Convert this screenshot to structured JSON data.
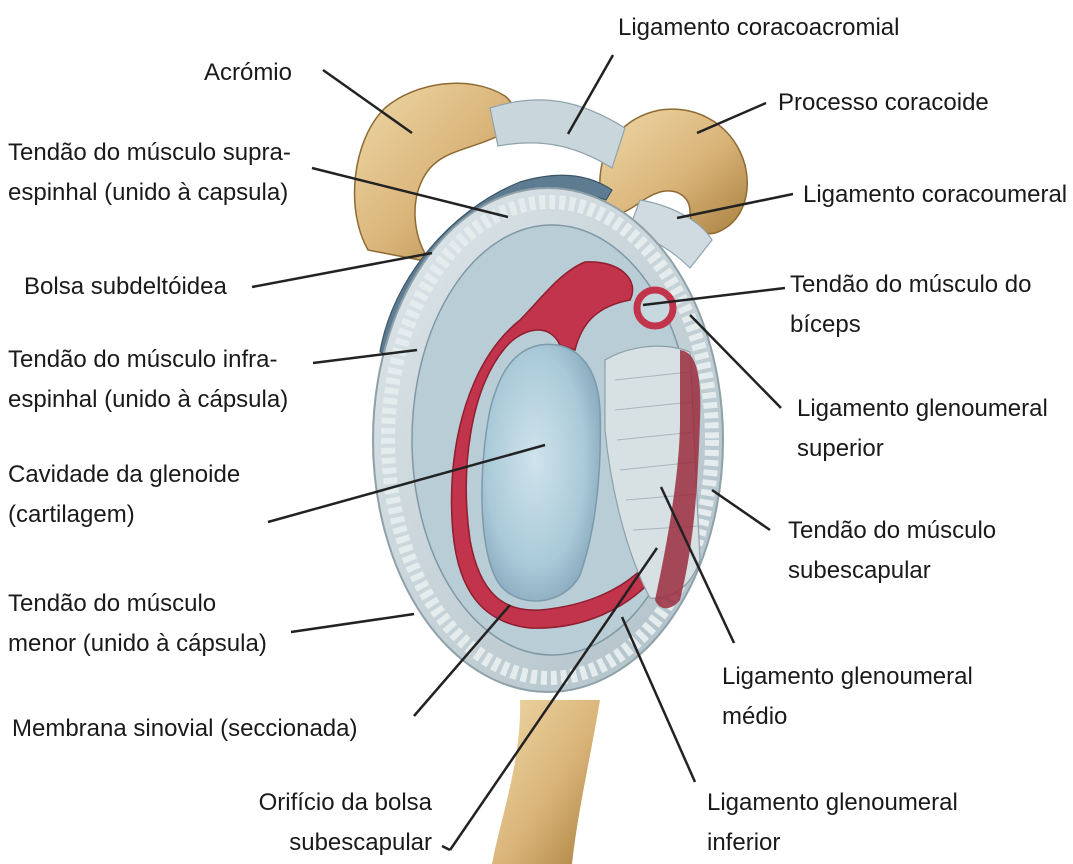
{
  "labels": {
    "acromio": [
      "Acrómio"
    ],
    "lig_coracoacromial": [
      "Ligamento coracoacromial"
    ],
    "processo_coracoide": [
      "Processo coracoide"
    ],
    "tendao_supraespinhal": [
      "Tendão do músculo supra-",
      "espinhal (unido à capsula)"
    ],
    "lig_coracoumeral": [
      "Ligamento coracoumeral"
    ],
    "bolsa_subdeltoidea": [
      "Bolsa subdeltóidea"
    ],
    "tendao_biceps": [
      "Tendão do músculo do",
      "bíceps"
    ],
    "tendao_infraespinhal": [
      "Tendão do músculo infra-",
      "espinhal (unido à cápsula)"
    ],
    "lig_glenoumeral_superior": [
      "Ligamento glenoumeral",
      "superior"
    ],
    "cavidade_glenoide": [
      "Cavidade da glenoide",
      "(cartilagem)"
    ],
    "tendao_subescapular": [
      "Tendão do músculo",
      "subescapular"
    ],
    "tendao_redondo_menor": [
      "Tendão do músculo",
      "menor (unido à cápsula)"
    ],
    "lig_glenoumeral_medio": [
      "Ligamento glenoumeral",
      "médio"
    ],
    "membrana_sinovial": [
      "Membrana sinovial (seccionada)"
    ],
    "orificio_bolsa": [
      "Orifício da bolsa",
      "subescapular"
    ],
    "lig_glenoumeral_inferior": [
      "Ligamento glenoumeral",
      "inferior"
    ]
  },
  "colors": {
    "bone": "#d9b479",
    "bone_shadow": "#a9813f",
    "cartilage": "#a9c9d8",
    "capsule": "#c6d4da",
    "synovial": "#c2344b",
    "leader": "#222222"
  }
}
